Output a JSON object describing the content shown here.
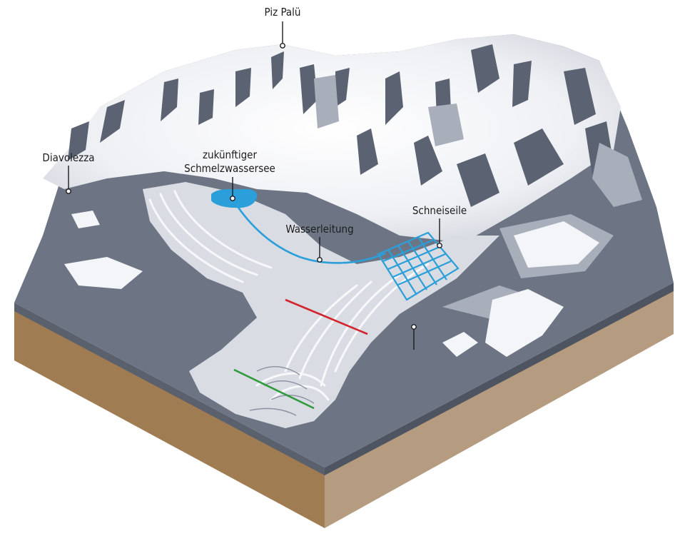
{
  "labels": {
    "peak": "Piz Palü",
    "station": "Diavolezza",
    "lake_line1": "zukünftiger",
    "lake_line2": "Schmelzwassersee",
    "pipe": "Wasserleitung",
    "ropes": "Schneiseile"
  },
  "colors": {
    "rock": "#6d7585",
    "rock_dark": "#5b6271",
    "rock_light": "#a9aebb",
    "snow": "#f4f5f8",
    "ice": "#d9dce3",
    "soil_front": "#a07c52",
    "soil_side": "#b59b7f",
    "water": "#2b9fd9",
    "red_line": "#d3242e",
    "green_line": "#2f9a3c"
  },
  "icons": [
    "leader-line-dot",
    "lake-shape",
    "water-pipe",
    "snow-rope-grid",
    "red-marker-line",
    "green-marker-line"
  ]
}
